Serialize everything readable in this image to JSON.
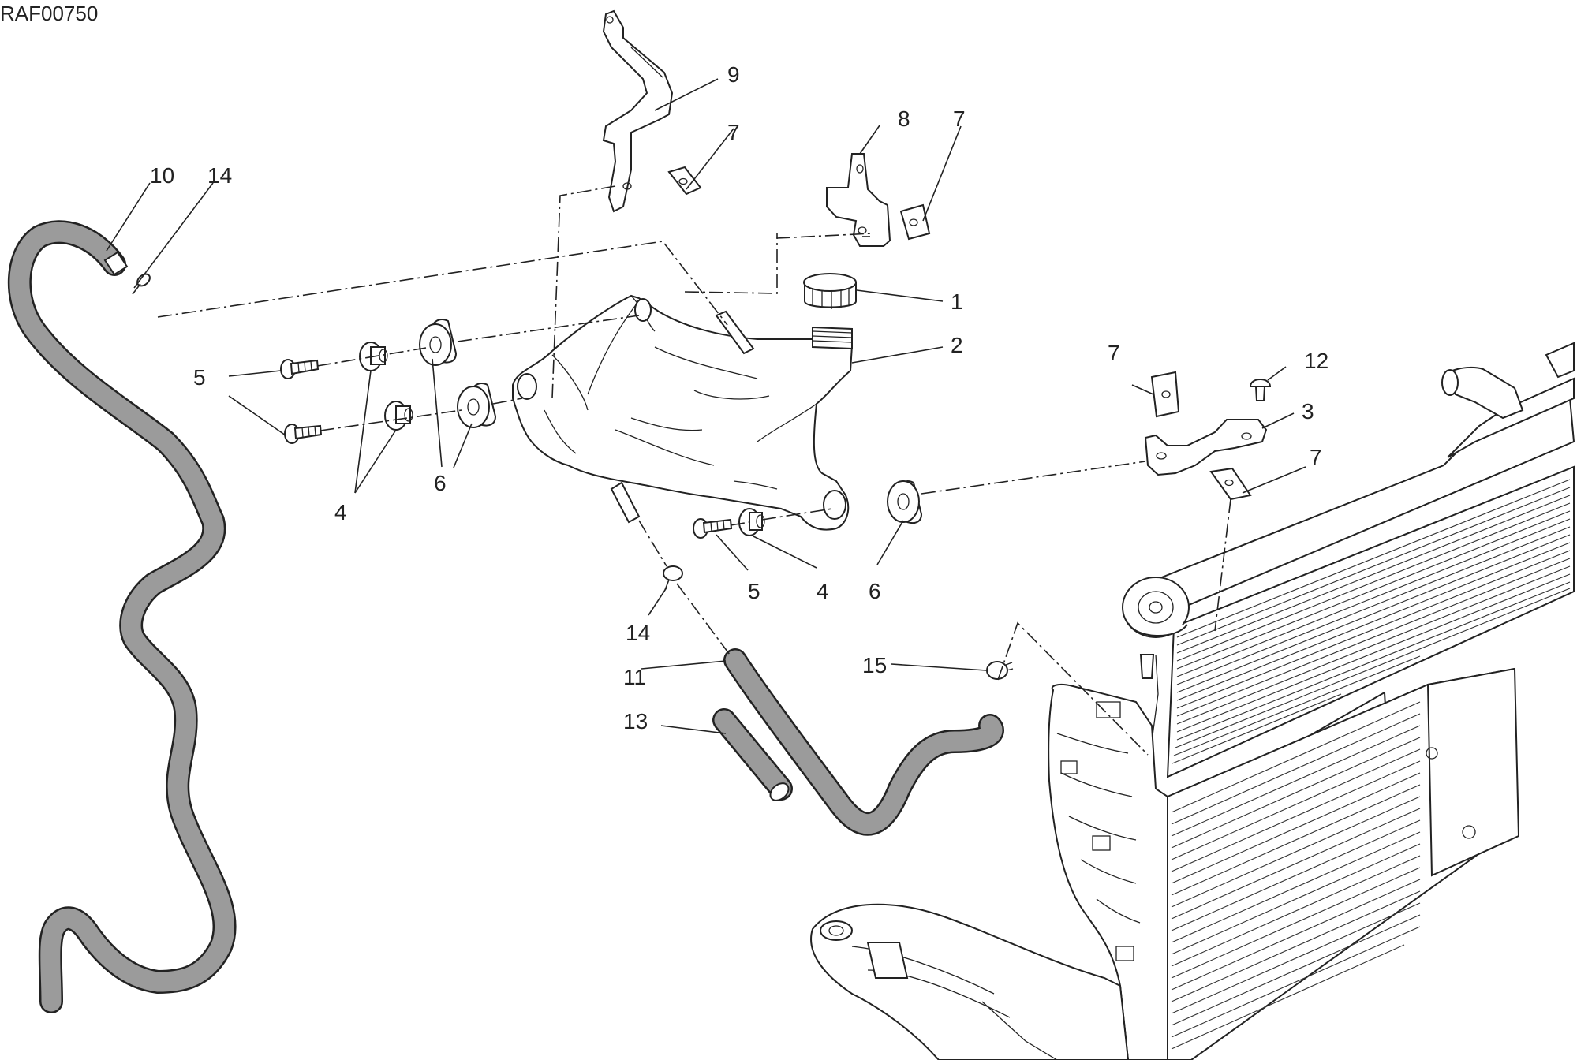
{
  "diagram_code": "RAF00750",
  "callouts": [
    {
      "id": "c1",
      "text": "1"
    },
    {
      "id": "c2",
      "text": "2"
    },
    {
      "id": "c3",
      "text": "3"
    },
    {
      "id": "c4a",
      "text": "4"
    },
    {
      "id": "c4b",
      "text": "4"
    },
    {
      "id": "c5a",
      "text": "5"
    },
    {
      "id": "c5b",
      "text": "5"
    },
    {
      "id": "c6a",
      "text": "6"
    },
    {
      "id": "c6b",
      "text": "6"
    },
    {
      "id": "c7a",
      "text": "7"
    },
    {
      "id": "c7b",
      "text": "7"
    },
    {
      "id": "c7c",
      "text": "7"
    },
    {
      "id": "c7d",
      "text": "7"
    },
    {
      "id": "c8",
      "text": "8"
    },
    {
      "id": "c9",
      "text": "9"
    },
    {
      "id": "c10",
      "text": "10"
    },
    {
      "id": "c11",
      "text": "11"
    },
    {
      "id": "c12",
      "text": "12"
    },
    {
      "id": "c13",
      "text": "13"
    },
    {
      "id": "c14a",
      "text": "14"
    },
    {
      "id": "c14b",
      "text": "14"
    },
    {
      "id": "c15",
      "text": "15"
    }
  ]
}
